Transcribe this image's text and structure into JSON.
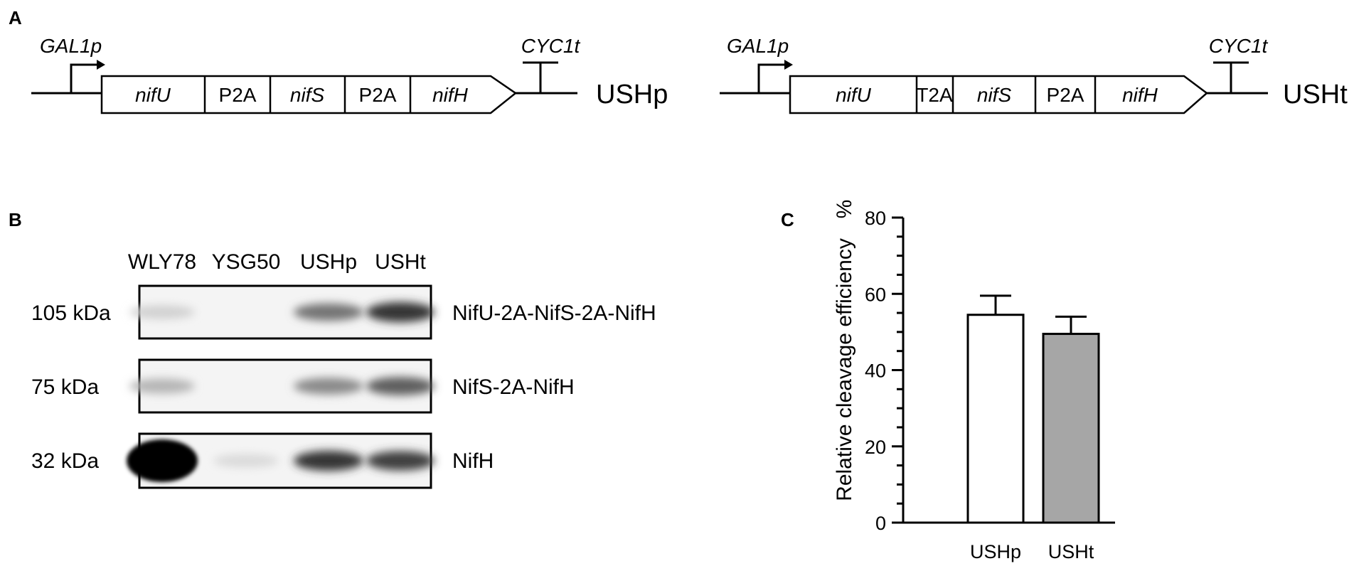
{
  "panels": {
    "a": {
      "letter": "A",
      "constructs": [
        {
          "name": "USHp",
          "promoter": "GAL1p",
          "terminator": "CYC1t",
          "segments": [
            {
              "label": "nifU",
              "italic": true
            },
            {
              "label": "P2A",
              "italic": false
            },
            {
              "label": "nifS",
              "italic": true
            },
            {
              "label": "P2A",
              "italic": false
            },
            {
              "label": "nifH",
              "italic": true
            }
          ]
        },
        {
          "name": "USHt",
          "promoter": "GAL1p",
          "terminator": "CYC1t",
          "segments": [
            {
              "label": "nifU",
              "italic": true
            },
            {
              "label": "T2A",
              "italic": false
            },
            {
              "label": "nifS",
              "italic": true
            },
            {
              "label": "P2A",
              "italic": false
            },
            {
              "label": "nifH",
              "italic": true
            }
          ]
        }
      ]
    },
    "b": {
      "letter": "B",
      "lanes": [
        "WLY78",
        "YSG50",
        "USHp",
        "USHt"
      ],
      "blots": [
        {
          "marker": "105 kDa",
          "band": "NifU-2A-NifS-2A-NifH",
          "intensity": [
            0.12,
            0.0,
            0.55,
            0.85
          ]
        },
        {
          "marker": "75 kDa",
          "band": "NifS-2A-NifH",
          "intensity": [
            0.25,
            0.0,
            0.45,
            0.65
          ]
        },
        {
          "marker": "32 kDa",
          "band": "NifH",
          "intensity": [
            1.0,
            0.08,
            0.85,
            0.8
          ]
        }
      ]
    },
    "c": {
      "letter": "C"
    }
  },
  "chart_data": {
    "type": "bar",
    "categories": [
      "USHp",
      "USHt"
    ],
    "values": [
      54.5,
      49.5
    ],
    "errors": [
      5.0,
      4.5
    ],
    "colors": [
      "#ffffff",
      "#a6a6a6"
    ],
    "ylabel": "Relative cleavage efficiency",
    "yunit": "%",
    "ylim": [
      0,
      80
    ],
    "yticks": [
      "0",
      "20",
      "40",
      "60",
      "80"
    ],
    "grid": false
  }
}
